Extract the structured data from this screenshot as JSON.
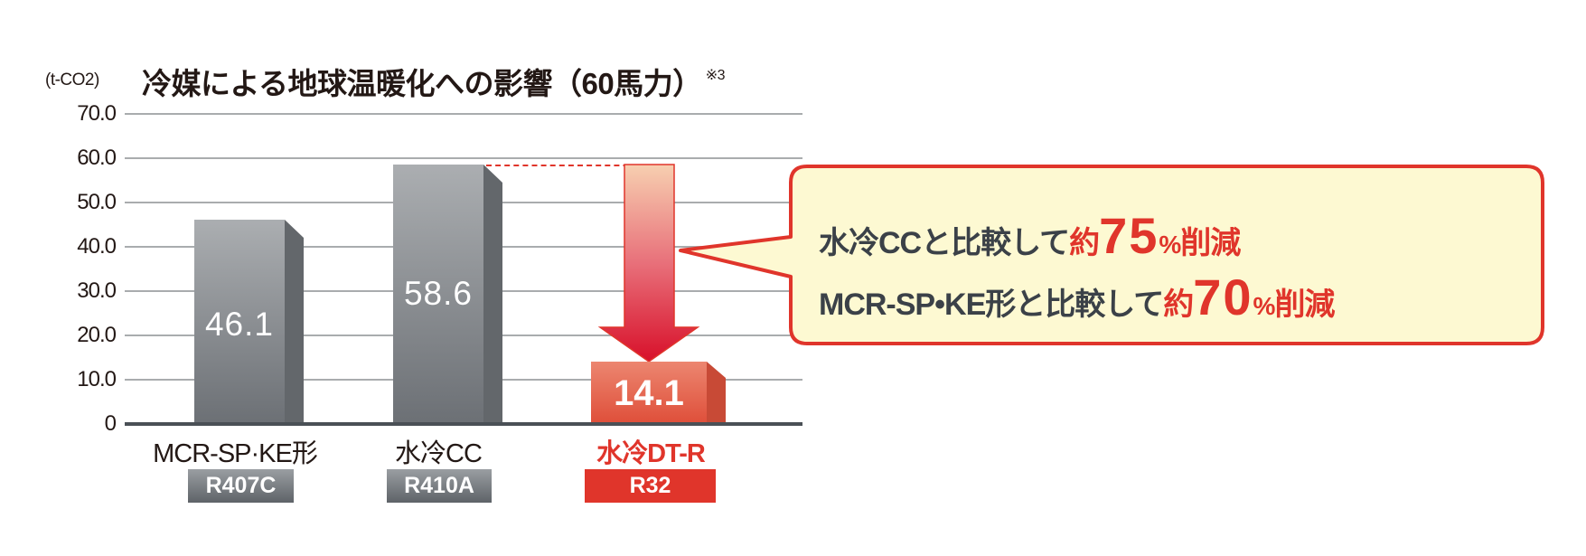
{
  "chart_data": {
    "type": "bar",
    "title": "冷媒による地球温暖化への影響（60馬力）",
    "title_note": "※3",
    "ylabel": "(t-CO2)",
    "xlabel": "",
    "ylim": [
      0,
      70
    ],
    "yticks": [
      "70.0",
      "60.0",
      "50.0",
      "40.0",
      "30.0",
      "20.0",
      "10.0",
      "0"
    ],
    "grid": true,
    "categories": [
      "MCR-SP·KE形",
      "水冷CC",
      "水冷DT-R"
    ],
    "refrigerants": [
      "R407C",
      "R410A",
      "R32"
    ],
    "values": [
      46.1,
      58.6,
      14.1
    ],
    "value_labels": [
      "46.1",
      "58.6",
      "14.1"
    ],
    "highlight_index": 2,
    "annotations": [
      {
        "text": "水冷CCと比較して約75%削減",
        "prefix": "水冷CCと比較して",
        "approx": "約",
        "number": "75",
        "unit": "%",
        "suffix": "削減"
      },
      {
        "text": "MCR-SP•KE形と比較して約70%削減",
        "prefix": "MCR-SP•KE形と比較して",
        "approx": "約",
        "number": "70",
        "unit": "%",
        "suffix": "削減"
      }
    ]
  },
  "colors": {
    "bar_gray_top": "#abaeb1",
    "bar_gray_bottom": "#6c7075",
    "bar_red_top": "#ec8670",
    "bar_red_bottom": "#df4f3a",
    "accent_red": "#e0352b",
    "callout_bg": "#fdf9d2",
    "text_dark": "#3b4148"
  }
}
